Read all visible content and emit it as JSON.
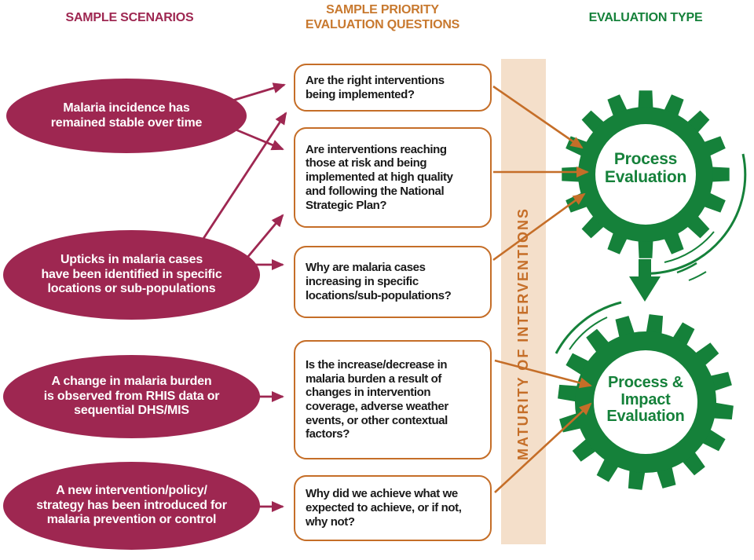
{
  "columns": {
    "scenarios_header": "SAMPLE SCENARIOS",
    "questions_header": "SAMPLE PRIORITY\nEVALUATION QUESTIONS",
    "evaluation_header": "EVALUATION TYPE"
  },
  "scenarios": [
    {
      "text": "Malaria incidence has\nremained stable over time"
    },
    {
      "text": "Upticks in malaria cases\nhave been identified in specific\nlocations or sub-populations"
    },
    {
      "text": "A change in malaria burden\nis observed from RHIS data or\nsequential DHS/MIS"
    },
    {
      "text": "A new intervention/policy/\nstrategy has been introduced for\nmalaria prevention or control"
    }
  ],
  "questions": [
    {
      "text": "Are the right interventions\nbeing implemented?"
    },
    {
      "text": "Are interventions reaching\nthose at risk and being\nimplemented at high quality\nand following the National\nStrategic Plan?"
    },
    {
      "text": "Why are malaria cases\nincreasing in specific\nlocations/sub-populations?"
    },
    {
      "text": "Is the increase/decrease in\nmalaria burden a result of\nchanges in intervention\ncoverage, adverse weather\nevents, or other contextual\nfactors?"
    },
    {
      "text": "Why did we achieve what we\nexpected to achieve, or if not,\nwhy not?"
    }
  ],
  "maturity_label": "MATURITY OF INTERVENTIONS",
  "evaluation_types": [
    {
      "label": "Process\nEvaluation"
    },
    {
      "label": "Process &\nImpact\nEvaluation"
    }
  ],
  "colors": {
    "maroon": "#9E2751",
    "orange": "#C56E28",
    "orange_header": "#C8792F",
    "green": "#15813A",
    "tan_bar": "#F4DFCA",
    "question_text": "#1A1A1A"
  }
}
